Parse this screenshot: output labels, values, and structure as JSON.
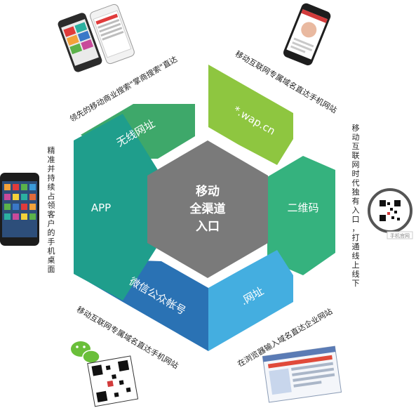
{
  "center": {
    "lines": [
      "移动",
      "全渠道",
      "入口"
    ]
  },
  "segments": [
    {
      "key": "wireless-url",
      "label": "无线网址",
      "color": "#3ea86a"
    },
    {
      "key": "wap-cn",
      "label": "*.wap.cn",
      "color": "#8ec640"
    },
    {
      "key": "qr-code",
      "label": "二维码",
      "color": "#35b27e"
    },
    {
      "key": "url",
      "label": ".网址",
      "color": "#44aee0"
    },
    {
      "key": "wechat",
      "label": "微信公众帐号",
      "color": "#2a72b4"
    },
    {
      "key": "app",
      "label": "APP",
      "color": "#1f9e8c"
    }
  ],
  "captions": {
    "top_left": "领先的移动商业搜索\"掌商搜索\"直达",
    "top_right": "移动互联网专属域名直达手机网站",
    "right": "移动互联网时代独有入口，打通线上线下",
    "bottom_right": "在浏览器输入域名直达企业网站",
    "bottom_left": "移动互联网专属域名直达手机网站",
    "left": "精准并持续占领客户的手机桌面"
  },
  "qr_caption": "手机官网",
  "colors": {
    "center_hex": "#7a7a7a",
    "arrow": "#ffffff"
  }
}
